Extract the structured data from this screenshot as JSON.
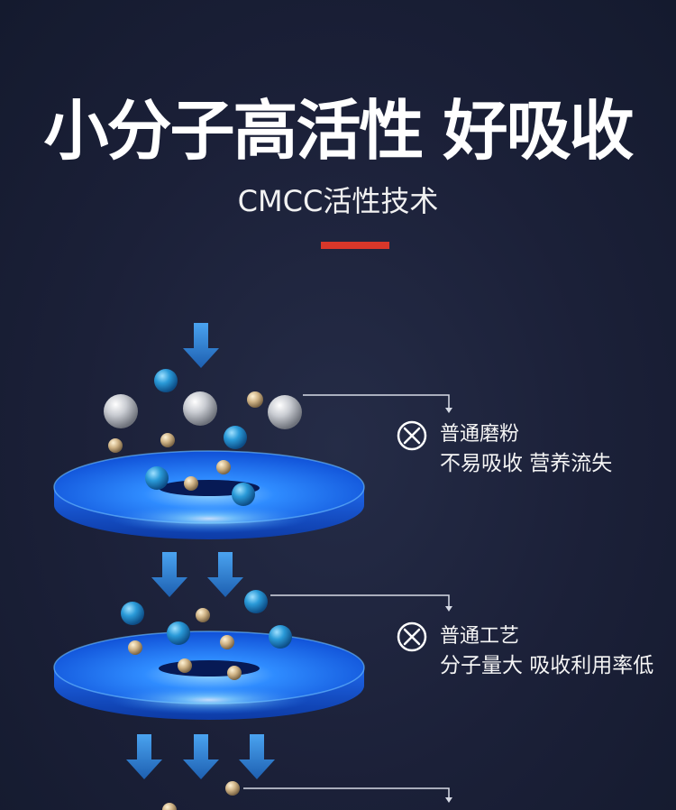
{
  "header": {
    "title": "小分子高活性 好吸收",
    "subtitle": "CMCC活性技术"
  },
  "stages": [
    {
      "status_icon": "x-circle-icon",
      "label_top": "普通磨粉",
      "label_bottom": "不易吸收 营养流失"
    },
    {
      "status_icon": "x-circle-icon",
      "label_top": "普通工艺",
      "label_bottom": "分子量大 吸收利用率低"
    }
  ],
  "colors": {
    "accent_bar": "#d8372a",
    "background": "#1b2038",
    "disc_blue": "#1e7bff",
    "arrow_blue": "#2f8fe0"
  }
}
